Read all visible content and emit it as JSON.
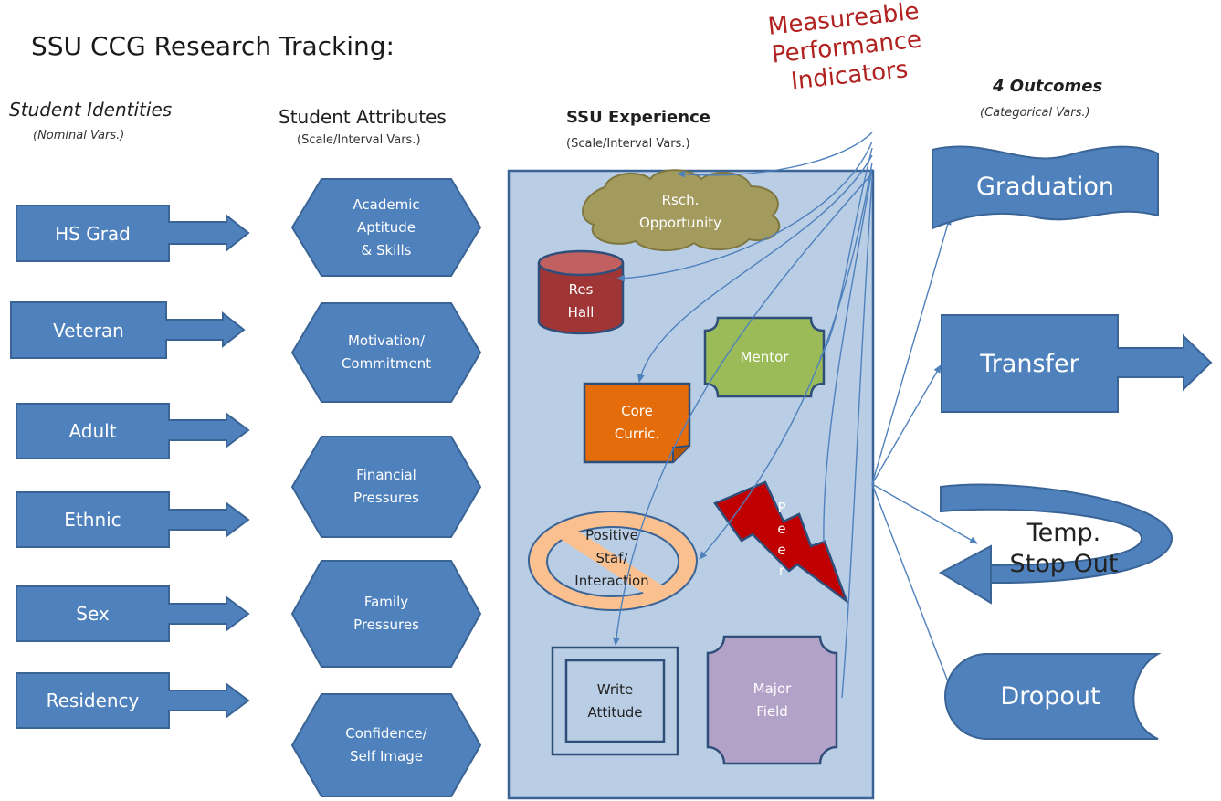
{
  "title": "SSU CCG Research Tracking:",
  "mpi": {
    "line1": "Measureable",
    "line2": "Performance",
    "line3": "Indicators"
  },
  "columns": {
    "identities": {
      "heading": "Student Identities",
      "sub": "(Nominal Vars.)"
    },
    "attributes": {
      "heading": "Student Attributes",
      "sub": "(Scale/Interval Vars.)"
    },
    "experience": {
      "heading": "SSU Experience",
      "sub": "(Scale/Interval Vars.)"
    },
    "outcomes": {
      "heading": "4 Outcomes",
      "sub": "(Categorical Vars.)"
    }
  },
  "identities": [
    "HS Grad",
    "Veteran",
    "Adult",
    "Ethnic",
    "Sex",
    "Residency"
  ],
  "attributes": [
    [
      "Academic",
      "Aptitude",
      "& Skills"
    ],
    [
      "Motivation/",
      "Commitment"
    ],
    [
      "Financial",
      "Pressures"
    ],
    [
      "Family",
      "Pressures"
    ],
    [
      "Confidence/",
      "Self Image"
    ]
  ],
  "experience": {
    "rsch": [
      "Rsch.",
      "Opportunity"
    ],
    "res": [
      "Res",
      "Hall"
    ],
    "mentor": "Mentor",
    "core": [
      "Core",
      "Curric."
    ],
    "peer": [
      "P",
      "e",
      "e",
      "r"
    ],
    "staff": [
      "Positive",
      "Staf/",
      "Interaction"
    ],
    "write": [
      "Write",
      "Attitude"
    ],
    "major": [
      "Major",
      "Field"
    ]
  },
  "outcomes": {
    "graduation": "Graduation",
    "transfer": "Transfer",
    "stopout": [
      "Temp.",
      "Stop Out"
    ],
    "dropout": "Dropout"
  },
  "colors": {
    "blue_fill": "#4f81bd",
    "blue_stroke": "#3a6496",
    "panel": "#b9cde5",
    "cloud": "#a39a5d",
    "res_hall": "#a03535",
    "mentor": "#9bbb59",
    "core": "#e46c0a",
    "peer": "#c00000",
    "no_sign": "#fac090",
    "major": "#b3a2c7",
    "mpi_text": "#b0211f"
  }
}
